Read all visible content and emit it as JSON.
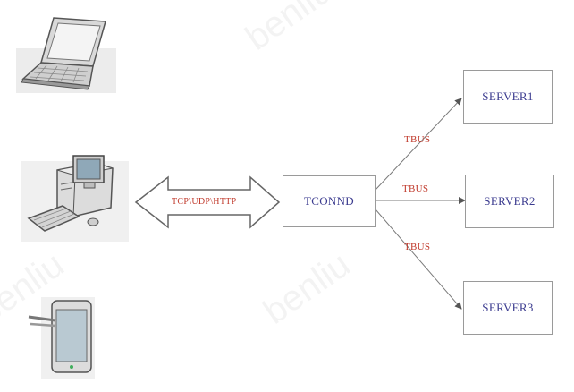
{
  "nodes": {
    "tconnd": "TCONND",
    "server1": "SERVER1",
    "server2": "SERVER2",
    "server3": "SERVER3"
  },
  "edges": {
    "client_protocol": "TCP\\UDP\\HTTP",
    "tbus_1": "TBUS",
    "tbus_2": "TBUS",
    "tbus_3": "TBUS"
  },
  "watermark": "benliu",
  "icons": {
    "laptop": "laptop-icon",
    "desktop": "desktop-computer-icon",
    "phone": "mobile-phone-icon"
  },
  "colors": {
    "box_text": "#3b3b8f",
    "edge_label": "#c0392b",
    "line": "#7a7a7a"
  }
}
